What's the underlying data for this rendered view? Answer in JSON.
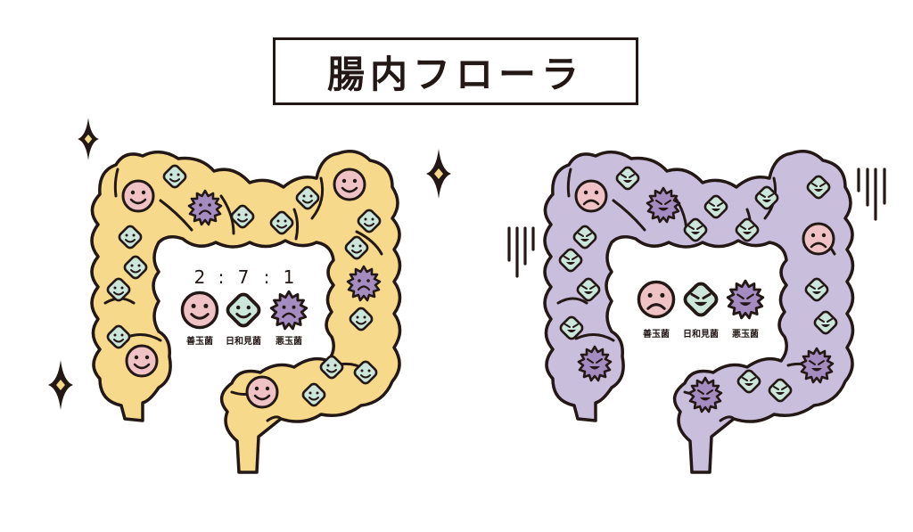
{
  "title": "腸内フローラ",
  "colors": {
    "outline": "#231815",
    "healthy_gut": "#F6D98A",
    "unhealthy_gut": "#C9BEDC",
    "good_bacteria": "#EFC3C6",
    "neutral_bacteria": "#CDE6DB",
    "bad_bacteria": "#A58CC0",
    "sparkle_center": "#F6D98A"
  },
  "healthy": {
    "ratio": {
      "good": "2",
      "sep1": ":",
      "neutral": "7",
      "sep2": ":",
      "bad": "1"
    },
    "legend": [
      {
        "type": "good",
        "label": "善玉菌",
        "mood": "happy"
      },
      {
        "type": "neutral",
        "label": "日和見菌",
        "mood": "happy"
      },
      {
        "type": "bad",
        "label": "悪玉菌",
        "mood": "sad"
      }
    ],
    "decoration": "sparkle-icon"
  },
  "unhealthy": {
    "legend": [
      {
        "type": "good",
        "label": "善玉菌",
        "mood": "sad"
      },
      {
        "type": "neutral",
        "label": "日和見菌",
        "mood": "evil"
      },
      {
        "type": "bad",
        "label": "悪玉菌",
        "mood": "evil"
      }
    ],
    "decoration": "gloom-lines-icon"
  }
}
